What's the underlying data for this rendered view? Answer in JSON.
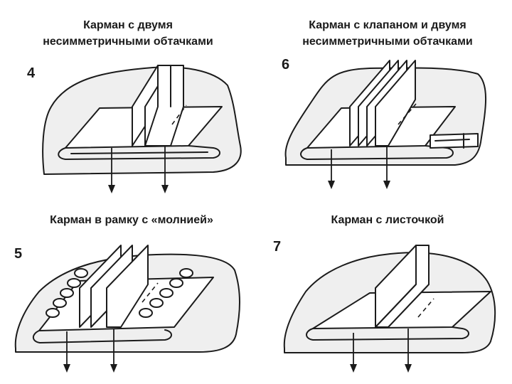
{
  "captions": {
    "top_left": [
      "Карман с двумя",
      "несимметричными обтачками"
    ],
    "top_right": [
      "Карман с клапаном и двумя",
      "несимметричными обтачками"
    ],
    "bottom_left": "Карман в рамку с «молнией»",
    "bottom_right": "Карман с листочкой"
  },
  "figure_numbers": {
    "top_left": "4",
    "top_right": "6",
    "bottom_left": "5",
    "bottom_right": "7"
  }
}
